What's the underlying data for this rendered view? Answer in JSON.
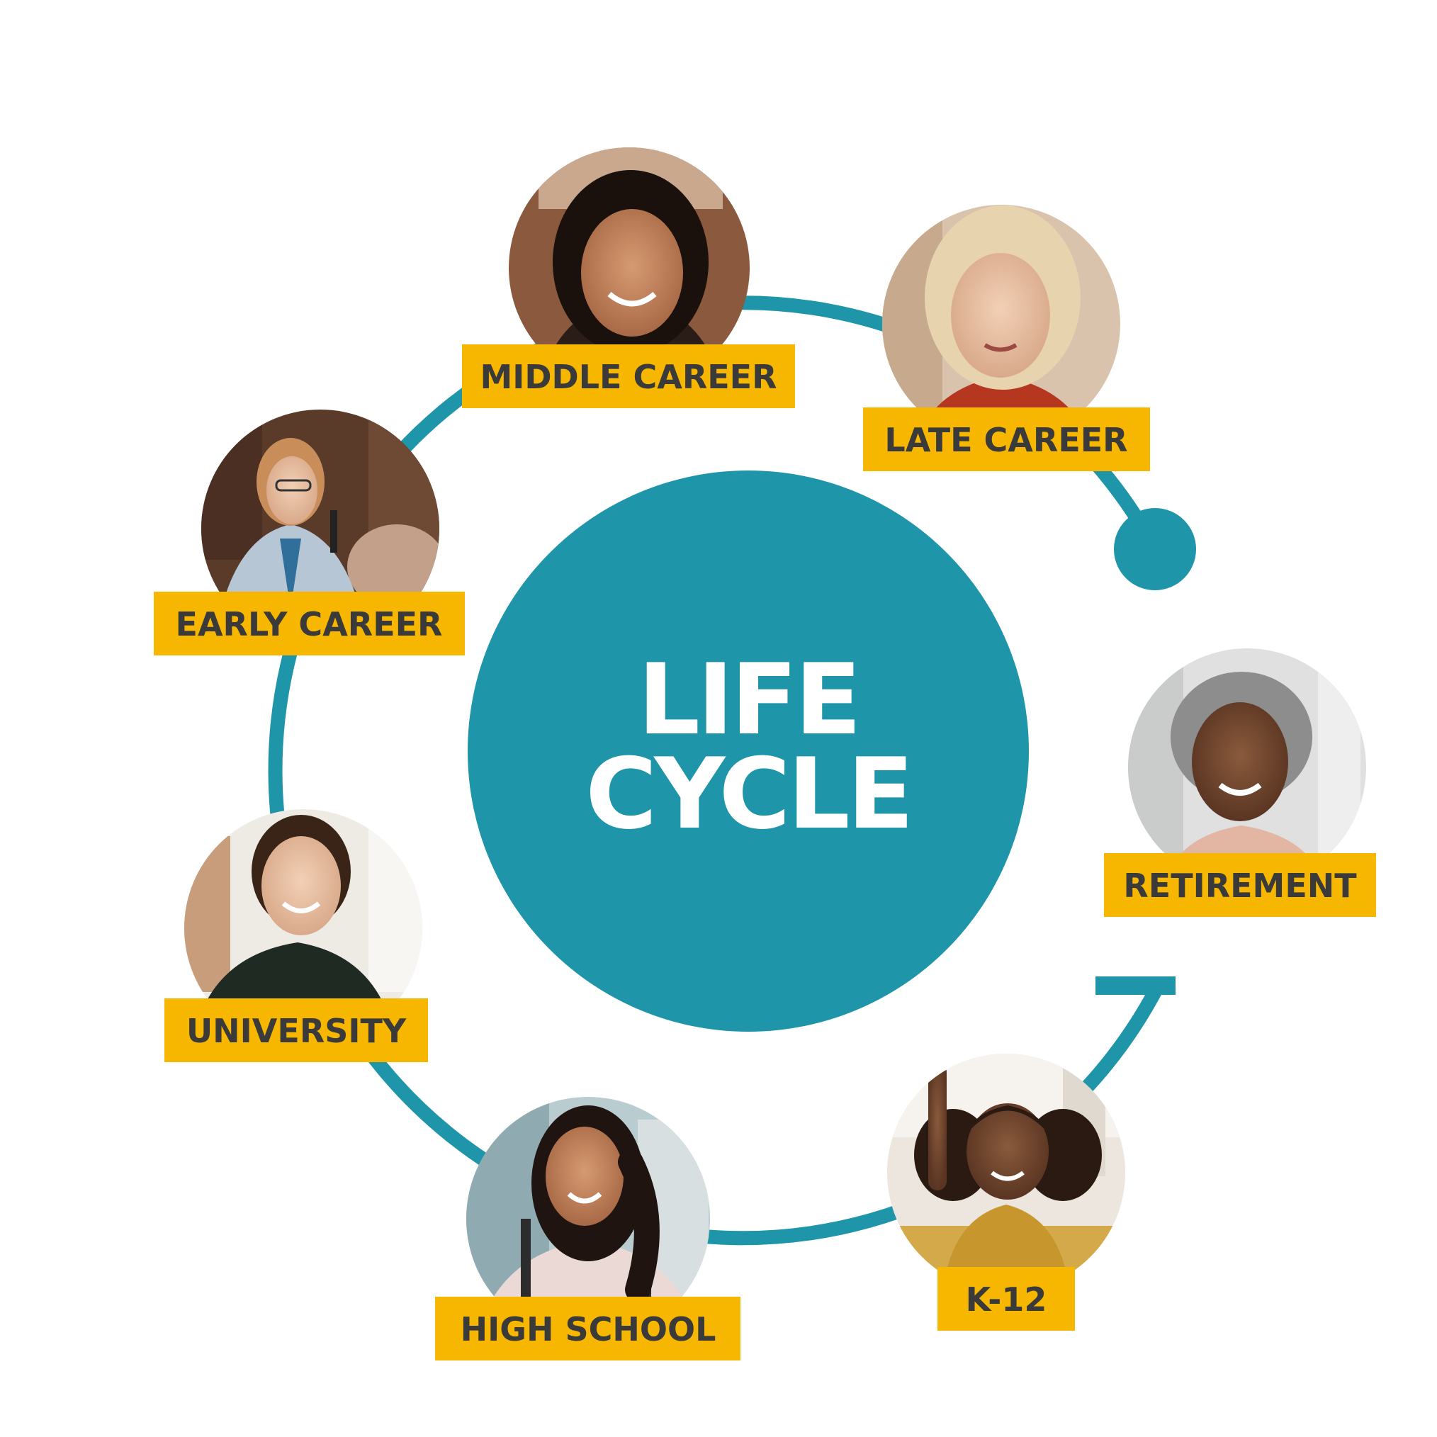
{
  "center": {
    "line1": "LIFE",
    "line2": "CYCLE"
  },
  "colors": {
    "teal": "#1E95A8",
    "label_bg": "#F7B700",
    "label_text": "#3a3a3a",
    "background": "#ffffff"
  },
  "stages": [
    {
      "id": "k12",
      "label": "K-12",
      "photo_icon": "child-raising-hand-photo"
    },
    {
      "id": "high-school",
      "label": "HIGH SCHOOL",
      "photo_icon": "teen-girl-backpack-photo"
    },
    {
      "id": "university",
      "label": "UNIVERSITY",
      "photo_icon": "young-woman-smiling-photo"
    },
    {
      "id": "early-career",
      "label": "EARLY CAREER",
      "photo_icon": "woman-with-microphone-photo"
    },
    {
      "id": "middle-career",
      "label": "MIDDLE CAREER",
      "photo_icon": "smiling-woman-photo"
    },
    {
      "id": "late-career",
      "label": "LATE CAREER",
      "photo_icon": "older-woman-blonde-photo"
    },
    {
      "id": "retirement",
      "label": "RETIREMENT",
      "photo_icon": "elderly-woman-gray-hair-photo"
    }
  ]
}
